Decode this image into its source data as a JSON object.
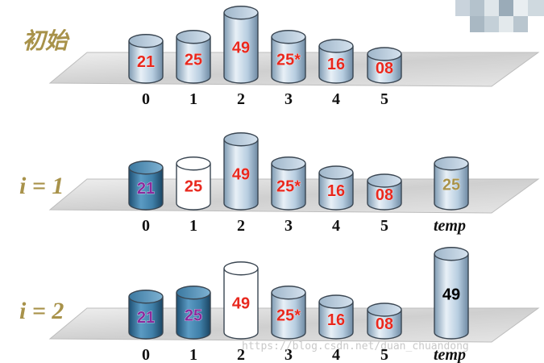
{
  "rows": [
    {
      "label": "初始",
      "indices": [
        "0",
        "1",
        "2",
        "3",
        "4",
        "5"
      ],
      "cells": [
        {
          "value": "21",
          "style": "normal",
          "text_color": "#e8281e",
          "level": 21
        },
        {
          "value": "25",
          "style": "normal",
          "text_color": "#e8281e",
          "level": 25
        },
        {
          "value": "49",
          "style": "normal",
          "text_color": "#e8281e",
          "level": 49
        },
        {
          "value": "25*",
          "style": "normal",
          "text_color": "#e8281e",
          "level": 25
        },
        {
          "value": "16",
          "style": "normal",
          "text_color": "#e8281e",
          "level": 16
        },
        {
          "value": "08",
          "style": "normal",
          "text_color": "#e8281e",
          "level": 8
        }
      ],
      "temp": null
    },
    {
      "label": "i = 1",
      "indices": [
        "0",
        "1",
        "2",
        "3",
        "4",
        "5"
      ],
      "cells": [
        {
          "value": "21",
          "style": "sorted",
          "text_color": "#8b2a9c",
          "level": 21
        },
        {
          "value": "25",
          "style": "empty",
          "text_color": "#e8281e",
          "level": 25
        },
        {
          "value": "49",
          "style": "normal",
          "text_color": "#e8281e",
          "level": 49
        },
        {
          "value": "25*",
          "style": "normal",
          "text_color": "#e8281e",
          "level": 25
        },
        {
          "value": "16",
          "style": "normal",
          "text_color": "#e8281e",
          "level": 16
        },
        {
          "value": "08",
          "style": "normal",
          "text_color": "#e8281e",
          "level": 8
        }
      ],
      "temp": {
        "label": "temp",
        "value": "25",
        "text_color": "#a8924a",
        "level": 25
      }
    },
    {
      "label": "i = 2",
      "indices": [
        "0",
        "1",
        "2",
        "3",
        "4",
        "5"
      ],
      "cells": [
        {
          "value": "21",
          "style": "sorted",
          "text_color": "#8b2a9c",
          "level": 21
        },
        {
          "value": "25",
          "style": "sorted",
          "text_color": "#8b2a9c",
          "level": 25
        },
        {
          "value": "49",
          "style": "empty",
          "text_color": "#e8281e",
          "level": 49
        },
        {
          "value": "25*",
          "style": "normal",
          "text_color": "#e8281e",
          "level": 25
        },
        {
          "value": "16",
          "style": "normal",
          "text_color": "#e8281e",
          "level": 16
        },
        {
          "value": "08",
          "style": "normal",
          "text_color": "#e8281e",
          "level": 8
        }
      ],
      "temp": {
        "label": "temp",
        "value": "49",
        "text_color": "#000000",
        "level": 49
      }
    }
  ],
  "watermark": "https://blog.csdn.net/duan_chuandong",
  "colors": {
    "label_gold": "#a8924a",
    "cylinder_normal": "#b7cde0",
    "cylinder_sorted": "#3f7fa8",
    "cylinder_empty": "#ffffff",
    "platform": "#d9d9d9"
  }
}
